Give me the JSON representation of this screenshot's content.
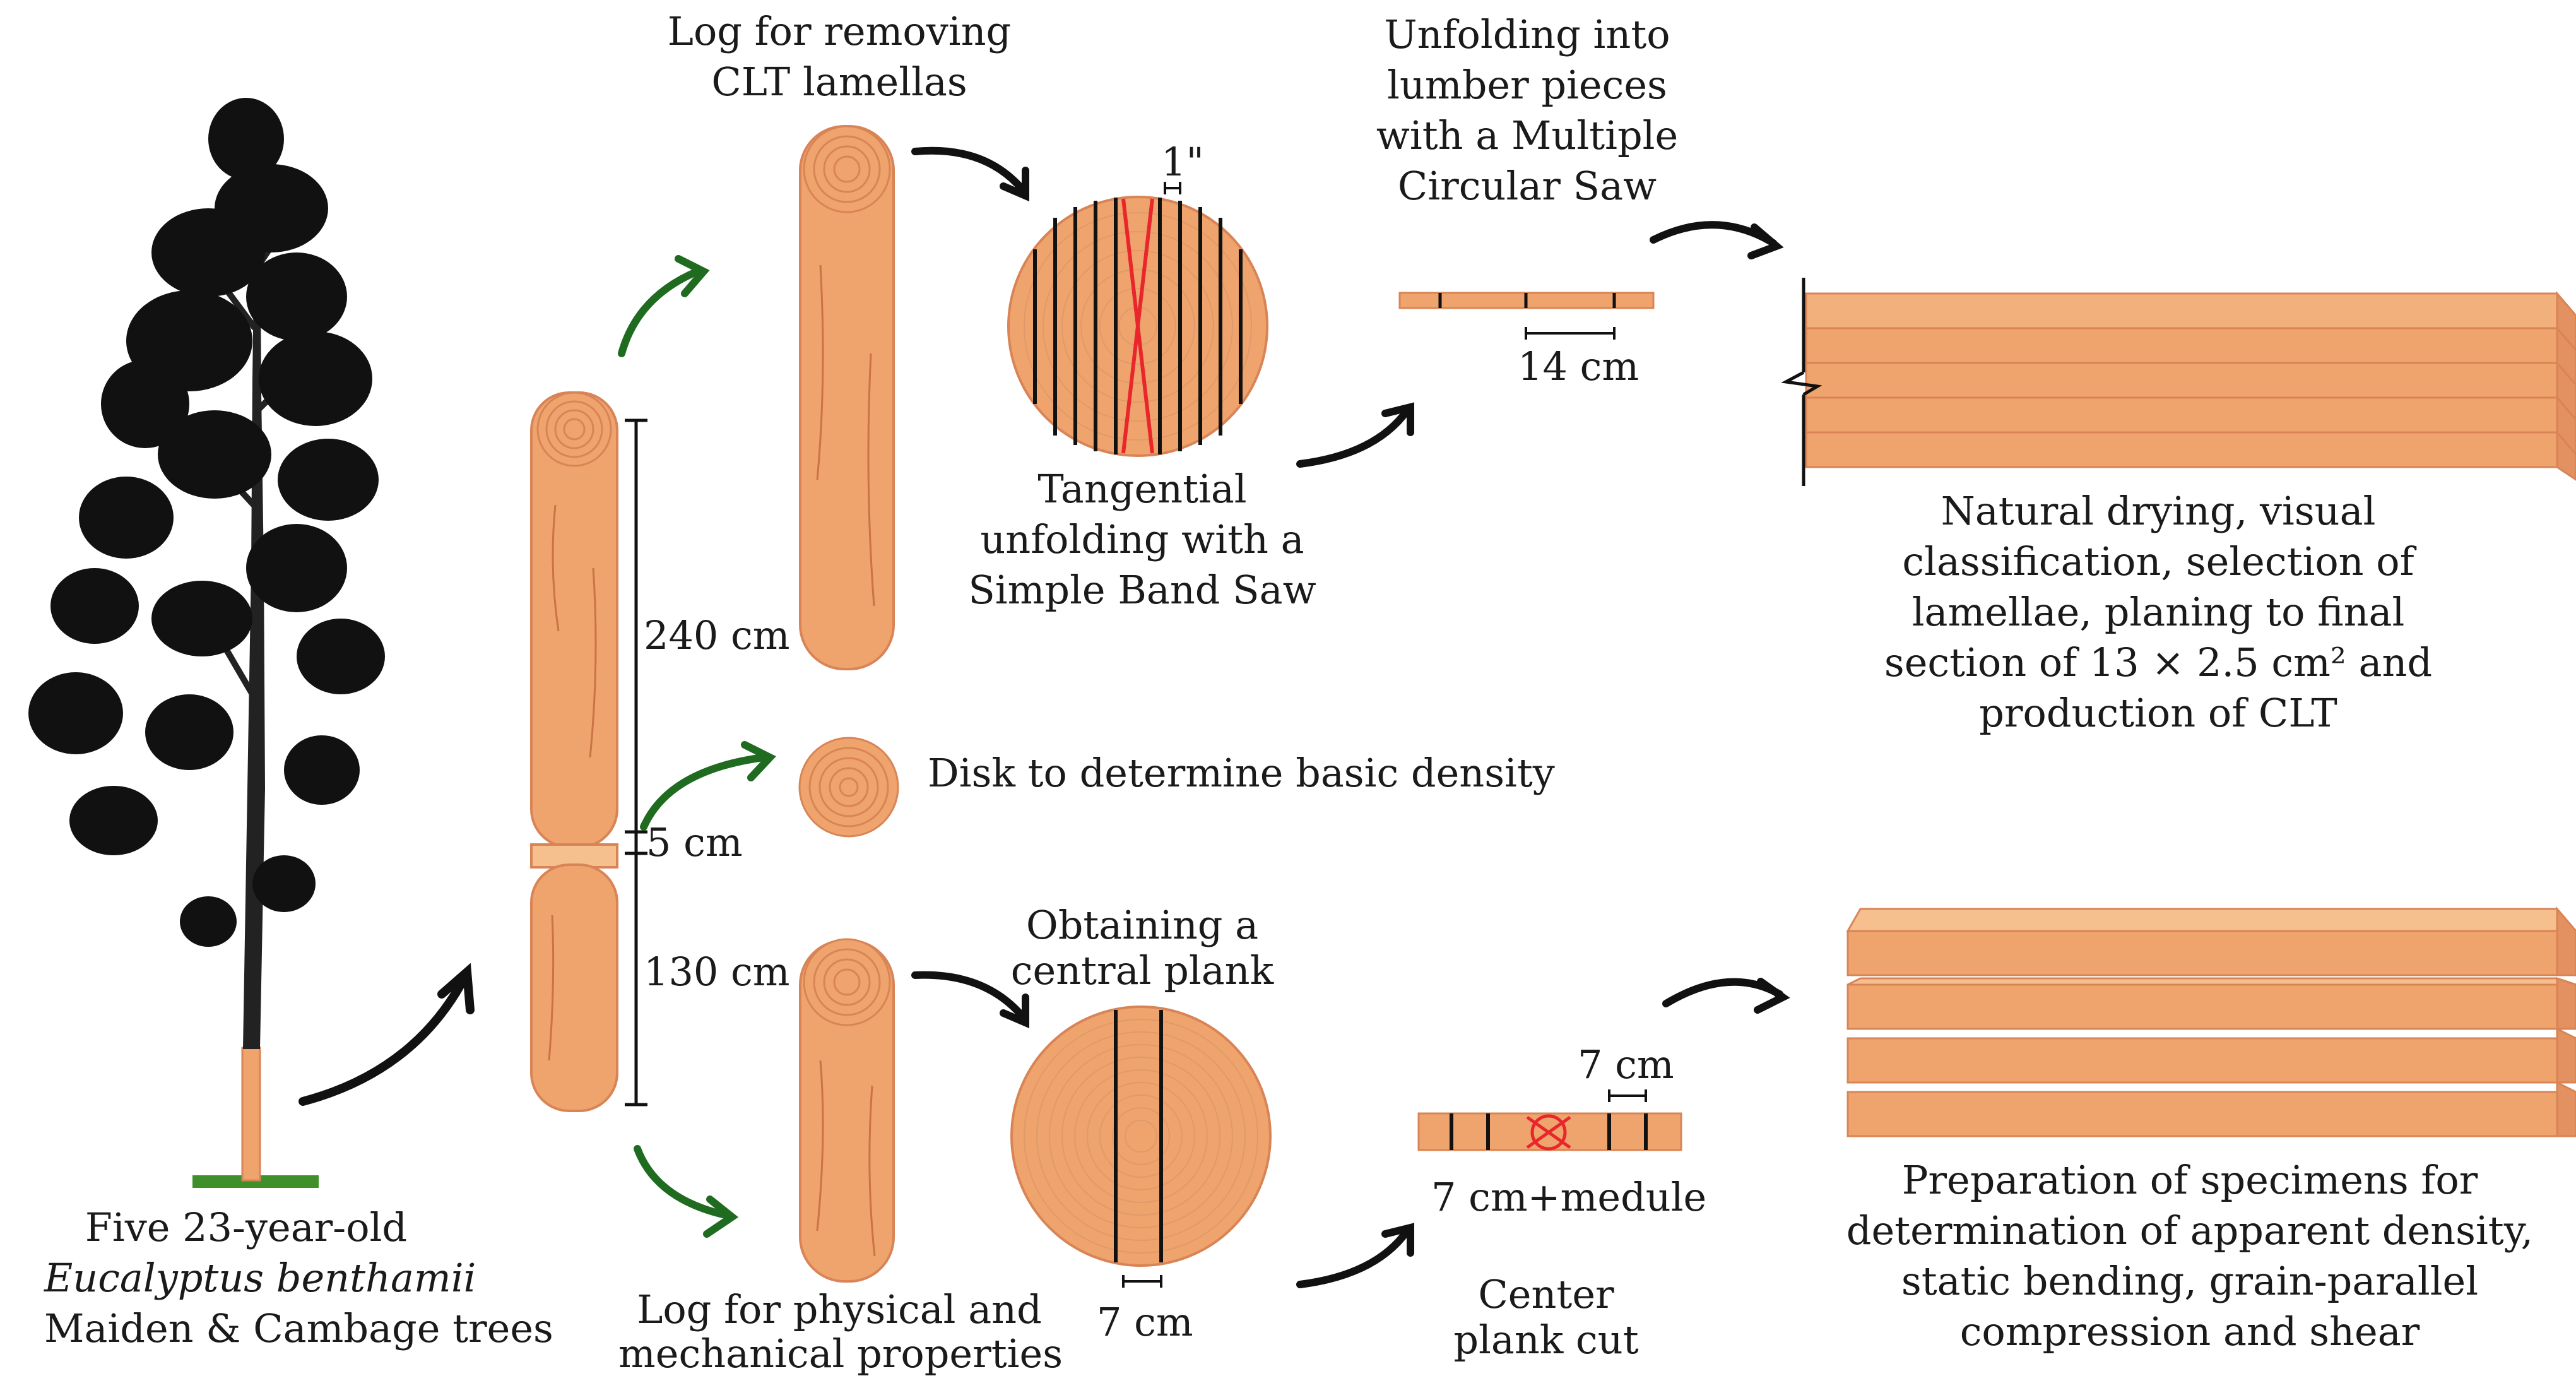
{
  "labels": {
    "trees": {
      "line1": "Five 23-year-old",
      "line2": "Eucalyptus benthamii",
      "line3": "Maiden & Cambage trees"
    },
    "log_clt": {
      "line1": "Log for removing",
      "line2": "CLT lamellas"
    },
    "log_phys": {
      "line1": "Log for physical and",
      "line2": "mechanical properties"
    },
    "disk": "Disk to determine basic density",
    "tangential": {
      "line1": "Tangential",
      "line2": "unfolding with a",
      "line3": "Simple Band Saw"
    },
    "unfolding": {
      "line1": "Unfolding into",
      "line2": "lumber pieces",
      "line3": "with a Multiple",
      "line4": "Circular Saw"
    },
    "central_plank": {
      "line1": "Obtaining a",
      "line2": "central plank"
    },
    "center_cut": {
      "line1": "Center",
      "line2": "plank cut"
    },
    "clt_result": {
      "line1": "Natural drying, visual",
      "line2": "classification, selection of",
      "line3": "lamellae, planing to final",
      "line4": "section of 13 × 2.5 cm² and",
      "line5": "production of CLT"
    },
    "specimens": {
      "line1": "Preparation of specimens for",
      "line2": "determination of apparent density,",
      "line3": "static bending, grain-parallel",
      "line4": "compression and shear"
    }
  },
  "dimensions": {
    "upper_log": "240 cm",
    "disk_thickness": "5 cm",
    "lower_log": "130 cm",
    "band_saw_cut": "1\"",
    "lumber_width": "14 cm",
    "plank_cut": "7 cm",
    "plank_piece": "7 cm",
    "plank_with_medulla": "7 cm+medule"
  },
  "colors": {
    "wood": "#eea46c",
    "wood_edge": "#d98456",
    "wood_light": "#f6c08e",
    "arrow_black": "#111111",
    "arrow_green": "#1f6b1f",
    "cut_red": "#e8262b",
    "grass": "#3f8f2a"
  }
}
